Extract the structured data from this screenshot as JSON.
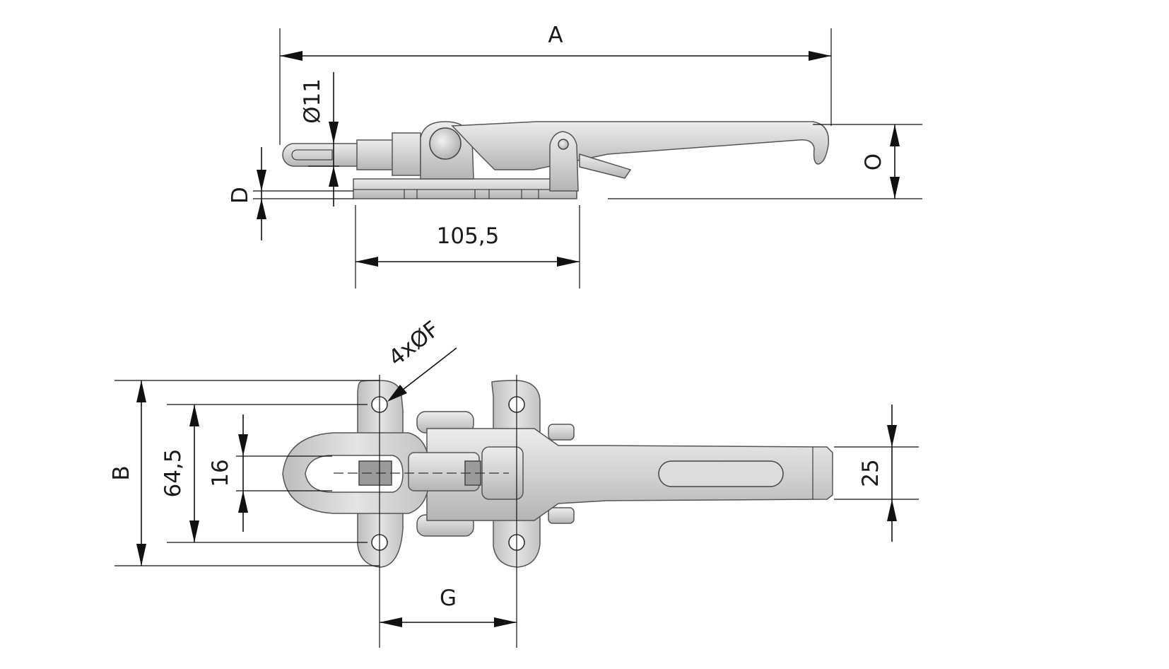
{
  "dimensions": {
    "side_view": {
      "overall_length": "A",
      "shackle_diameter": "Ø11",
      "plate_thickness": "D",
      "base_length": "105,5",
      "height": "O"
    },
    "top_view": {
      "hole_callout": "4xØF",
      "overall_width": "B",
      "hole_spacing_width": "64,5",
      "shackle_inner": "16",
      "handle_width": "25",
      "hole_spacing_length": "G"
    }
  },
  "colors": {
    "part_fill": "#d6d6d6",
    "part_shade": "#b8b8b8",
    "outline": "#555555",
    "dimension": "#111111",
    "background": "#ffffff"
  }
}
